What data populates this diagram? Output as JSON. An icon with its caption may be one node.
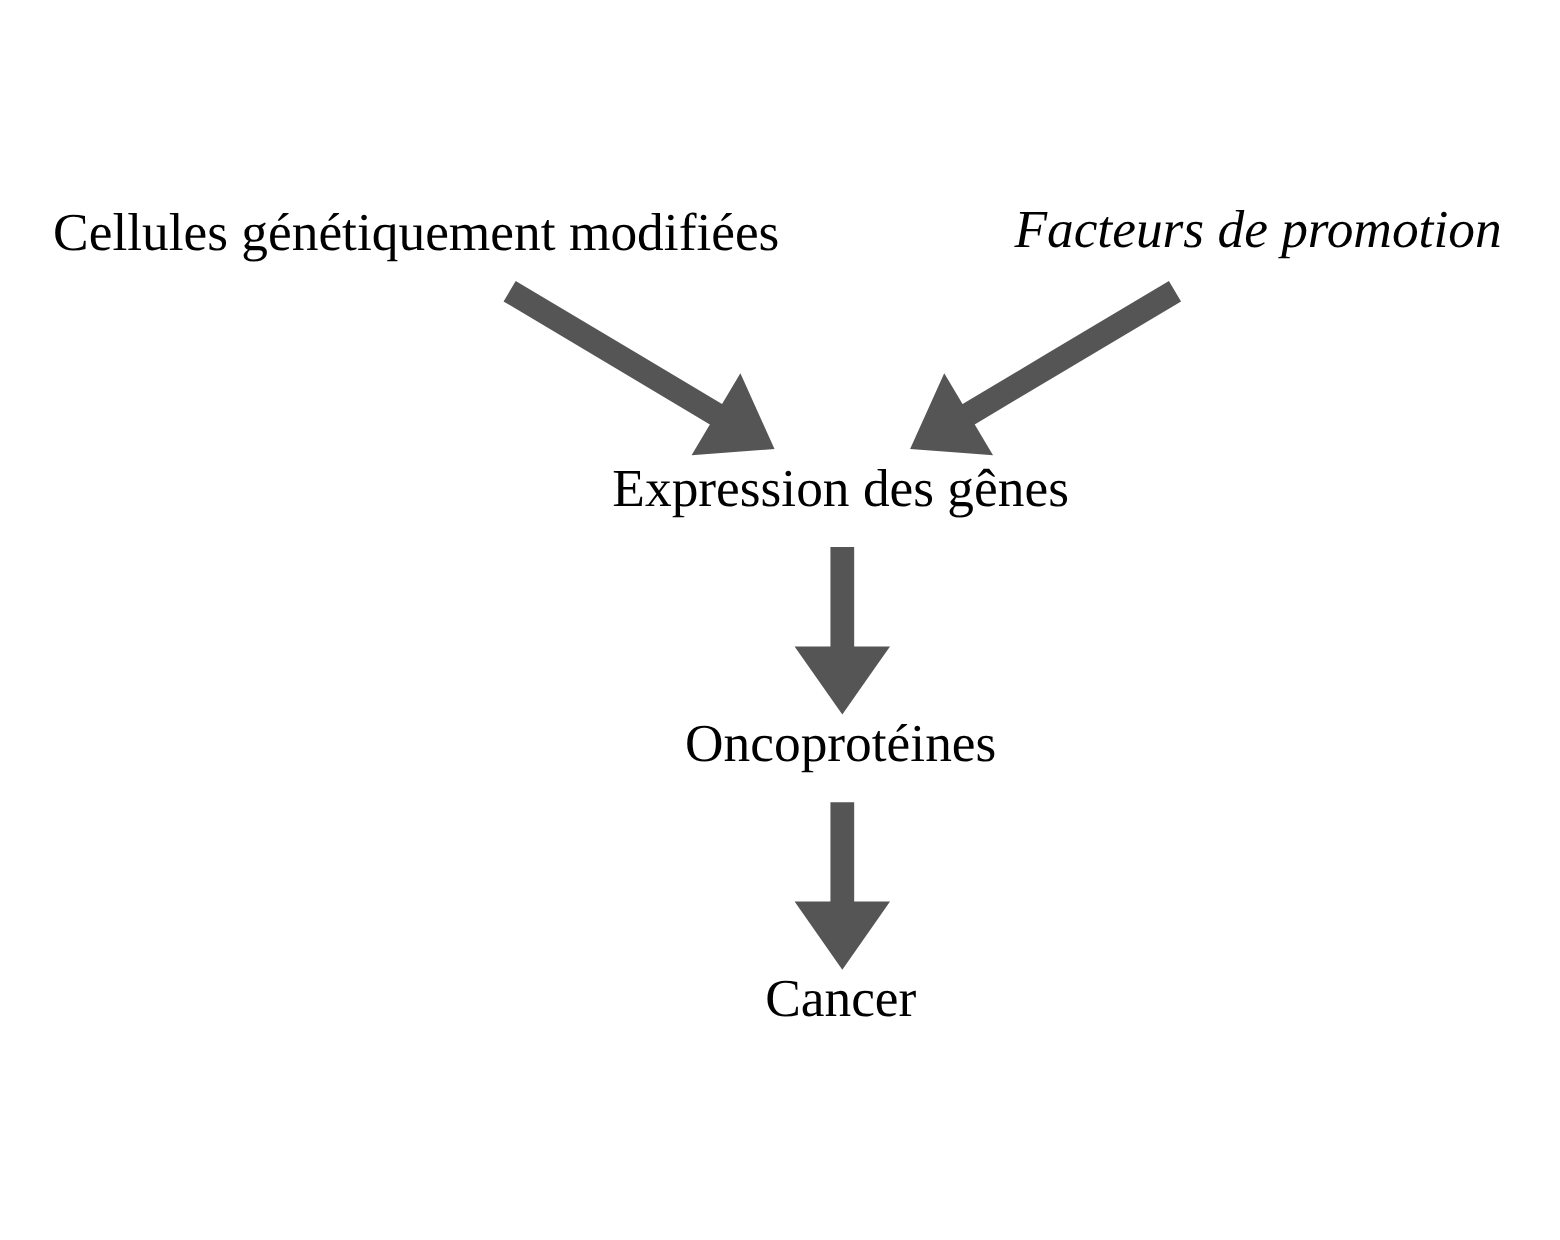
{
  "diagram": {
    "nodes": [
      {
        "text": [
          "Cellules génétiquement modifiées"
        ]
      },
      {
        "text": [
          "Facteurs de promotion"
        ]
      },
      {
        "text": [
          "Expression des gênes"
        ]
      },
      {
        "text": [
          "Oncoprotéines"
        ]
      },
      {
        "text": [
          "Cancer"
        ]
      }
    ],
    "edges": [
      {
        "from": 0,
        "to": 2,
        "arrow": "to"
      },
      {
        "from": 1,
        "to": 2,
        "arrow": "to"
      },
      {
        "from": 2,
        "to": 3,
        "arrow": "to"
      },
      {
        "from": 3,
        "to": 4,
        "arrow": "to"
      }
    ]
  }
}
